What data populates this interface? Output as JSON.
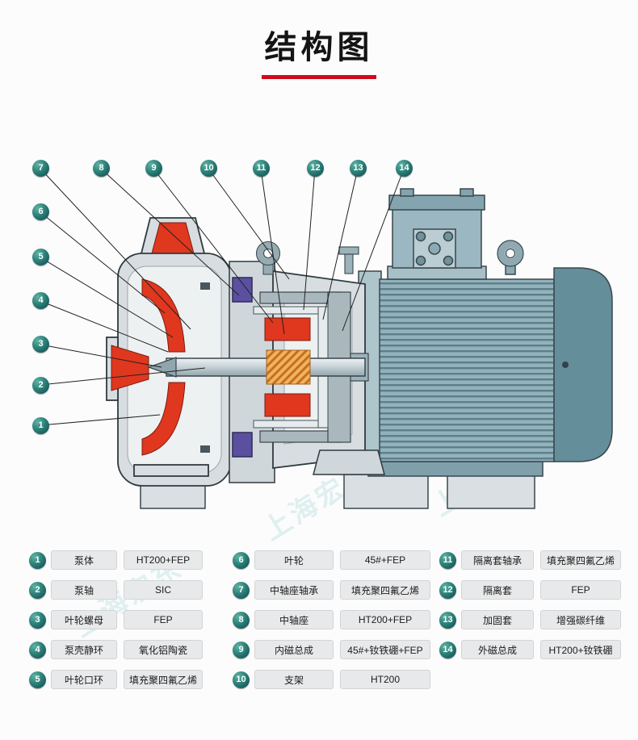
{
  "title": {
    "text": "结构图"
  },
  "watermark": {
    "text": "上海宏东"
  },
  "callouts": {
    "c1": "1",
    "c2": "2",
    "c3": "3",
    "c4": "4",
    "c5": "5",
    "c6": "6",
    "c7": "7",
    "c8": "8",
    "c9": "9",
    "c10": "10",
    "c11": "11",
    "c12": "12",
    "c13": "13",
    "c14": "14"
  },
  "legend": {
    "columns": [
      {
        "items": [
          {
            "num": "1",
            "name": "泵体",
            "material": "HT200+FEP"
          },
          {
            "num": "2",
            "name": "泵轴",
            "material": "SIC"
          },
          {
            "num": "3",
            "name": "叶轮螺母",
            "material": "FEP"
          },
          {
            "num": "4",
            "name": "泵壳静环",
            "material": "氧化铝陶瓷"
          },
          {
            "num": "5",
            "name": "叶轮口环",
            "material": "填充聚四氟乙烯"
          }
        ]
      },
      {
        "items": [
          {
            "num": "6",
            "name": "叶轮",
            "material": "45#+FEP"
          },
          {
            "num": "7",
            "name": "中轴座轴承",
            "material": "填充聚四氟乙烯"
          },
          {
            "num": "8",
            "name": "中轴座",
            "material": "HT200+FEP"
          },
          {
            "num": "9",
            "name": "内磁总成",
            "material": "45#+钕铁硼+FEP"
          },
          {
            "num": "10",
            "name": "支架",
            "material": "HT200"
          }
        ]
      },
      {
        "items": [
          {
            "num": "11",
            "name": "隔离套轴承",
            "material": "填充聚四氟乙烯"
          },
          {
            "num": "12",
            "name": "隔离套",
            "material": "FEP"
          },
          {
            "num": "13",
            "name": "加固套",
            "material": "增强碳纤维"
          },
          {
            "num": "14",
            "name": "外磁总成",
            "material": "HT200+钕铁硼"
          }
        ]
      }
    ]
  },
  "colors": {
    "accent_red": "#cf0a1e",
    "badge_teal": "#16606a",
    "diagram_red": "#e0371f",
    "motor_teal": "#92b2bc",
    "magnet_purple": "#5b50a0"
  }
}
